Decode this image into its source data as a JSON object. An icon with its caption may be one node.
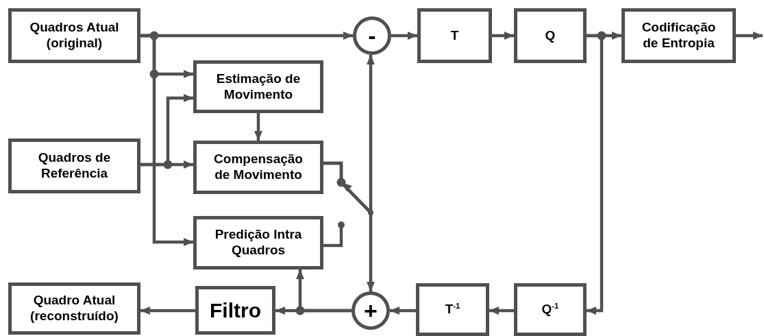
{
  "diagram": {
    "nodes": [
      {
        "text": [
          "Quadros Atual (original)"
        ]
      },
      {
        "text": [
          "-"
        ]
      },
      {
        "text": [
          "T"
        ]
      },
      {
        "text": [
          "Q"
        ]
      },
      {
        "text": [
          "Codificação de Entropia"
        ]
      },
      {
        "text": [
          "Estimação de Movimento"
        ]
      },
      {
        "text": [
          "Quadros de Referência"
        ]
      },
      {
        "text": [
          "Compensação de Movimento"
        ]
      },
      {
        "text": [
          "Predição Intra Quadros"
        ]
      },
      {
        "text": [
          "Quadro Atual (reconstruído)"
        ]
      },
      {
        "text": [
          "Filtro"
        ]
      },
      {
        "text": [
          "+"
        ]
      },
      {
        "text": [
          "T$^{-1}$"
        ]
      },
      {
        "text": [
          "Q$^{-1}$"
        ]
      }
    ],
    "edges": [
      {
        "from": 0,
        "to": 1,
        "arrow": "to"
      },
      {
        "from": 0,
        "to": 5,
        "arrow": "to"
      },
      {
        "from": 0,
        "to": 8,
        "arrow": "to"
      },
      {
        "from": 1,
        "to": 2,
        "arrow": "to"
      },
      {
        "from": 2,
        "to": 3,
        "arrow": "to"
      },
      {
        "from": 3,
        "to": 4,
        "arrow": "to"
      },
      {
        "from": 4,
        "to": null,
        "arrow": "to"
      },
      {
        "from": 3,
        "to": 13,
        "arrow": "to"
      },
      {
        "from": 6,
        "to": 7,
        "arrow": "to"
      },
      {
        "from": 6,
        "to": 5,
        "arrow": "to"
      },
      {
        "from": 5,
        "to": 7,
        "arrow": "to"
      },
      {
        "from": 7,
        "to": 1,
        "arrow": "to"
      },
      {
        "from": 7,
        "to": 11,
        "arrow": "to"
      },
      {
        "from": 13,
        "to": 12,
        "arrow": "to"
      },
      {
        "from": 12,
        "to": 11,
        "arrow": "to"
      },
      {
        "from": 11,
        "to": 10,
        "arrow": "to"
      },
      {
        "from": 11,
        "to": 8,
        "arrow": "to"
      },
      {
        "from": 10,
        "to": 9,
        "arrow": "to"
      }
    ]
  }
}
